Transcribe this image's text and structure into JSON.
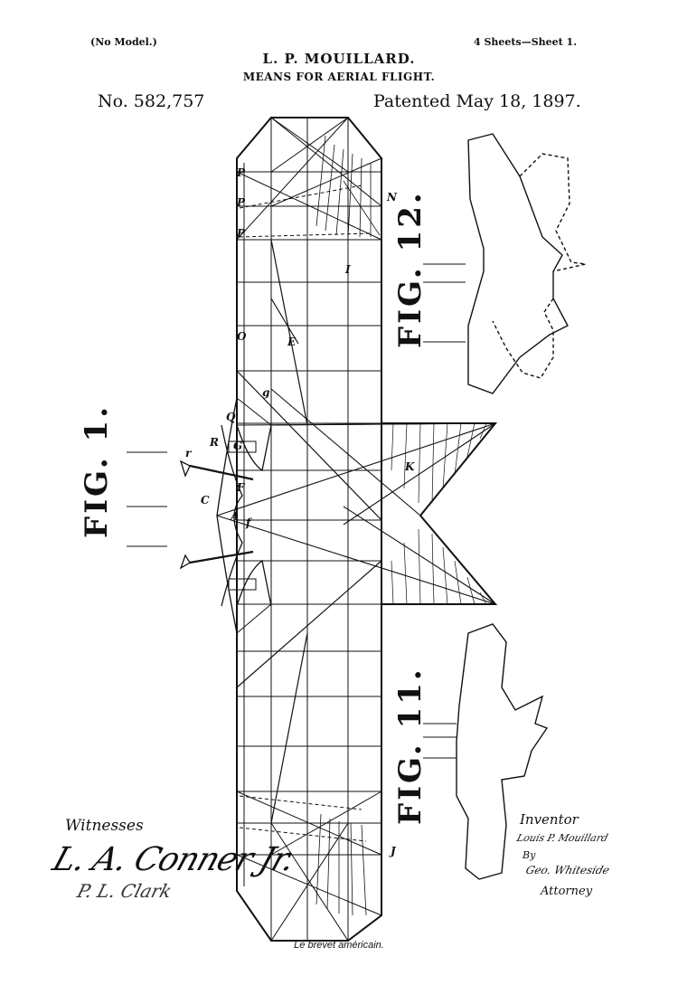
{
  "header": {
    "no_model": "(No Model.)",
    "sheets": "4 Sheets—Sheet 1.",
    "inventor_name": "L. P. MOUILLARD.",
    "title": "MEANS FOR AERIAL FLIGHT.",
    "patent_number": "No. 582,757",
    "patent_date": "Patented May 18, 1897."
  },
  "figures": {
    "fig_main": "FIG. 1.",
    "fig_12": "FIG. 12.",
    "fig_11": "FIG. 11."
  },
  "reference_letters": [
    "P",
    "P",
    "P",
    "O",
    "Q",
    "R",
    "r",
    "C",
    "F",
    "f",
    "A",
    "G",
    "g",
    "E",
    "I",
    "K",
    "N",
    "J"
  ],
  "signatures": {
    "witnesses_label": "Witnesses",
    "witness_1": "L. A. Conner Jr.",
    "witness_2": "P. L. Clark",
    "inventor_label": "Inventor",
    "inventor_signature": "Louis P. Mouillard",
    "by_label": "By",
    "attorney_signature": "Geo. Whiteside",
    "attorney_label": "Attorney"
  },
  "caption": "Le brevet américain."
}
